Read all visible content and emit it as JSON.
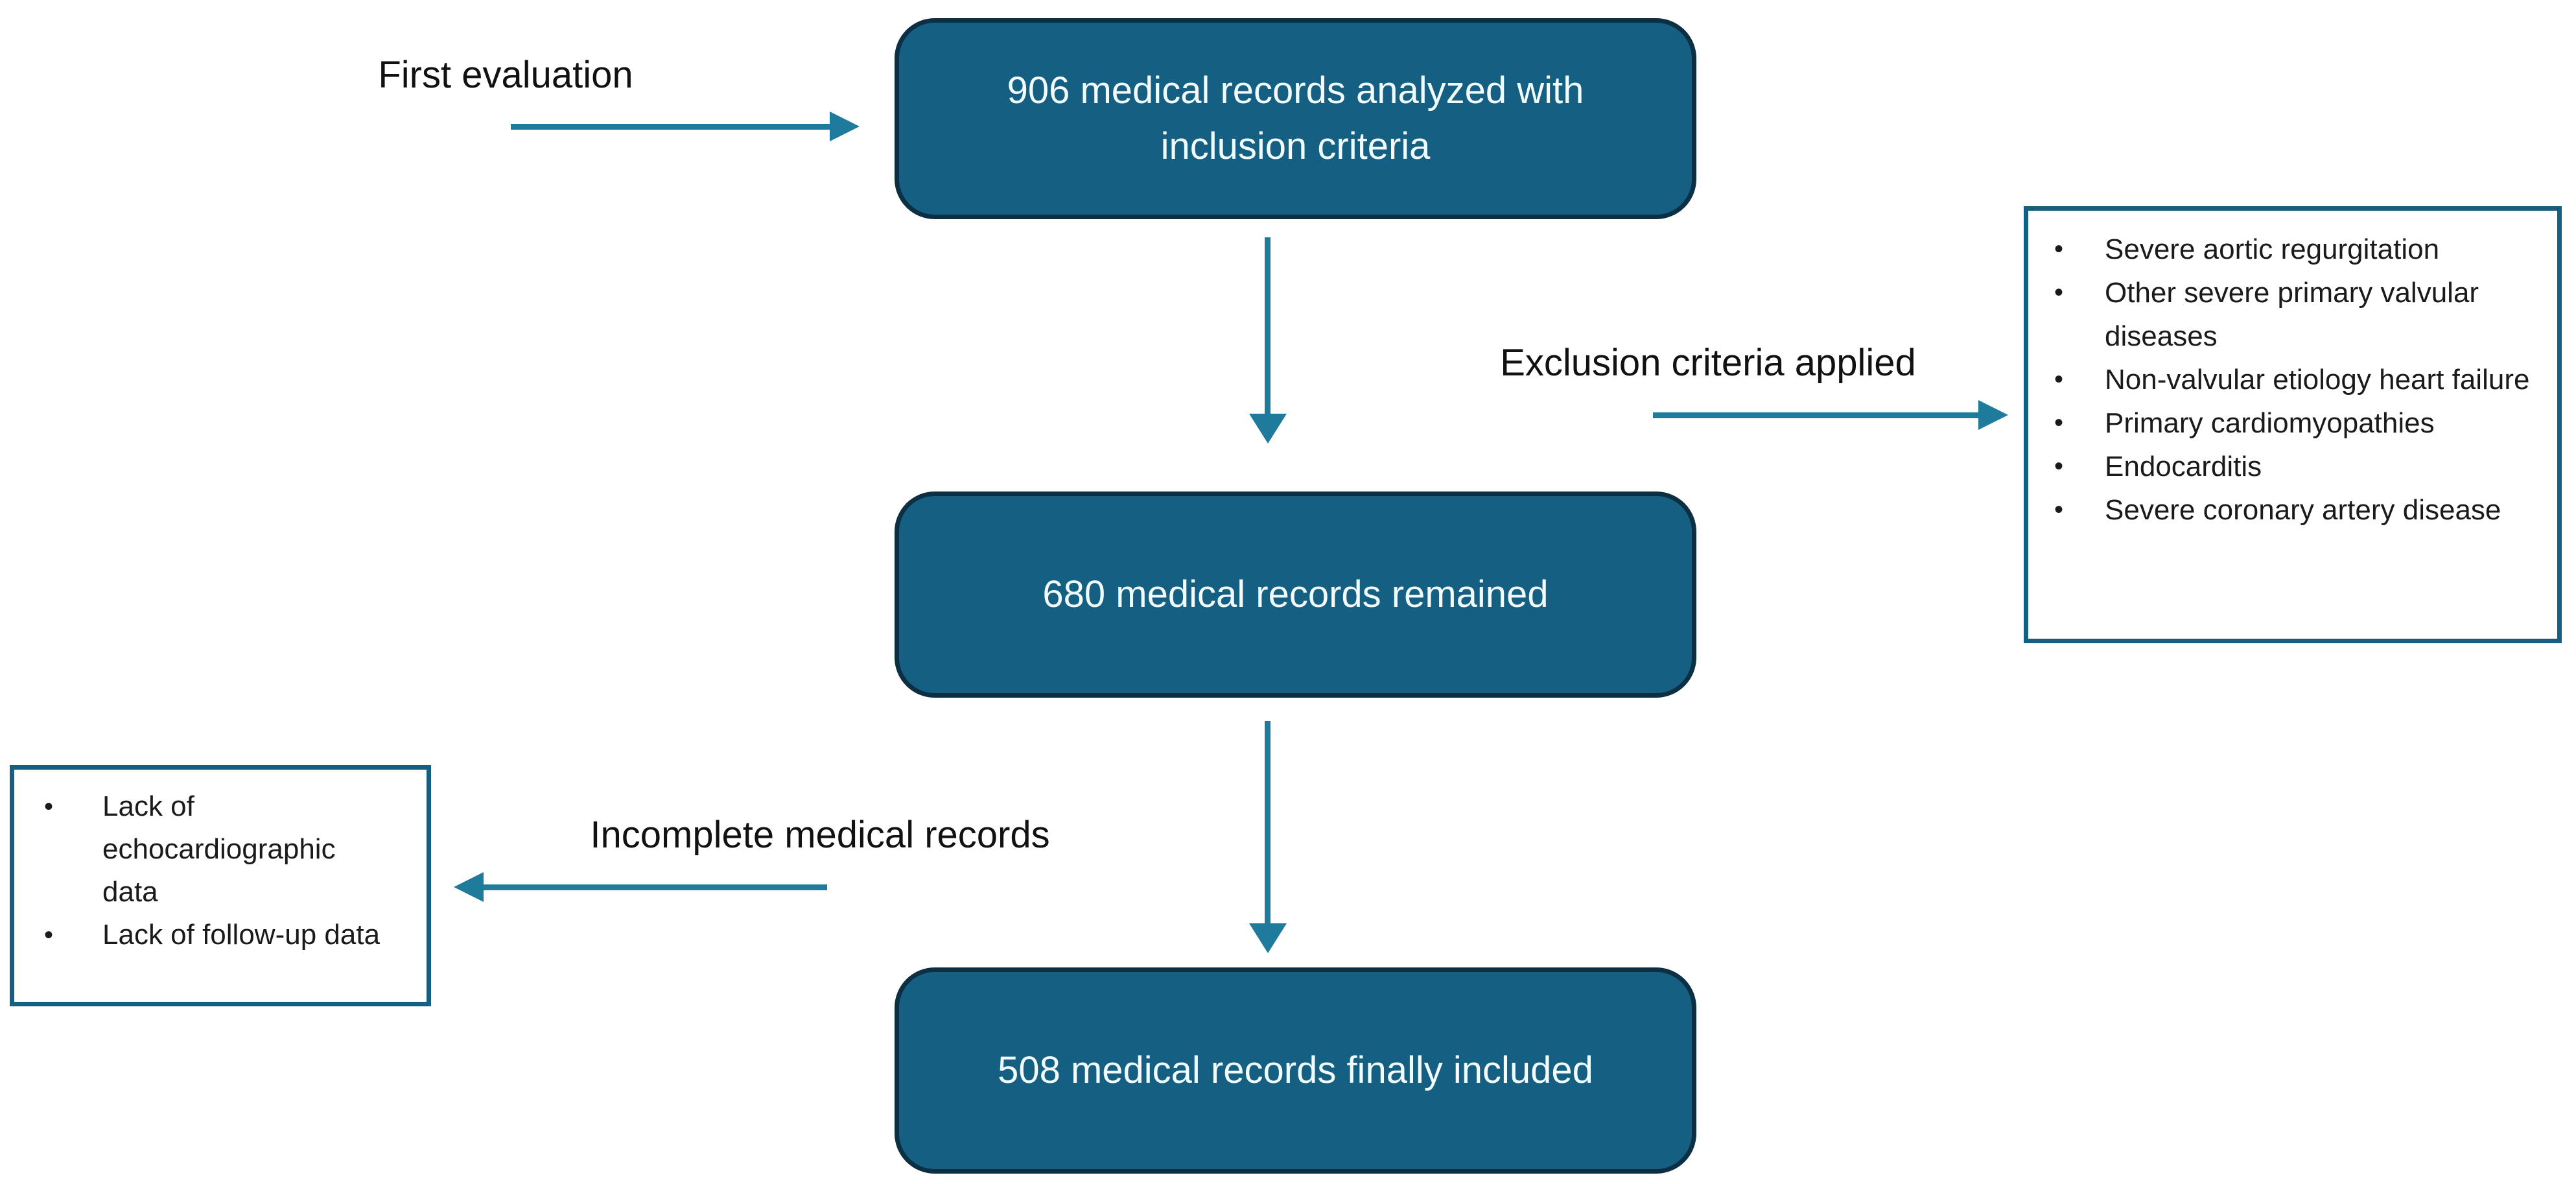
{
  "diagram": {
    "nodes": {
      "analyzed": {
        "text": "906 medical records analyzed with inclusion criteria"
      },
      "remained": {
        "text": "680 medical records remained"
      },
      "included": {
        "text": "508 medical records finally included"
      }
    },
    "labels": {
      "first_evaluation": "First evaluation",
      "exclusion_applied": "Exclusion criteria applied",
      "incomplete_records": "Incomplete medical records"
    },
    "exclusion_criteria": [
      "Severe aortic regurgitation",
      "Other severe primary valvular diseases",
      "Non-valvular etiology heart failure",
      "Primary cardiomyopathies",
      "Endocarditis",
      "Severe coronary artery disease"
    ],
    "incomplete_reasons": [
      "Lack of echocardiographic data",
      "Lack of follow-up data"
    ],
    "colors": {
      "background": "#ffffff",
      "node_fill": "#156082",
      "node_border": "#0c2f44",
      "node_text": "#f2fbfd",
      "arrow": "#1e7b9b",
      "list_box_border": "#156082",
      "label_text": "#111111"
    }
  }
}
